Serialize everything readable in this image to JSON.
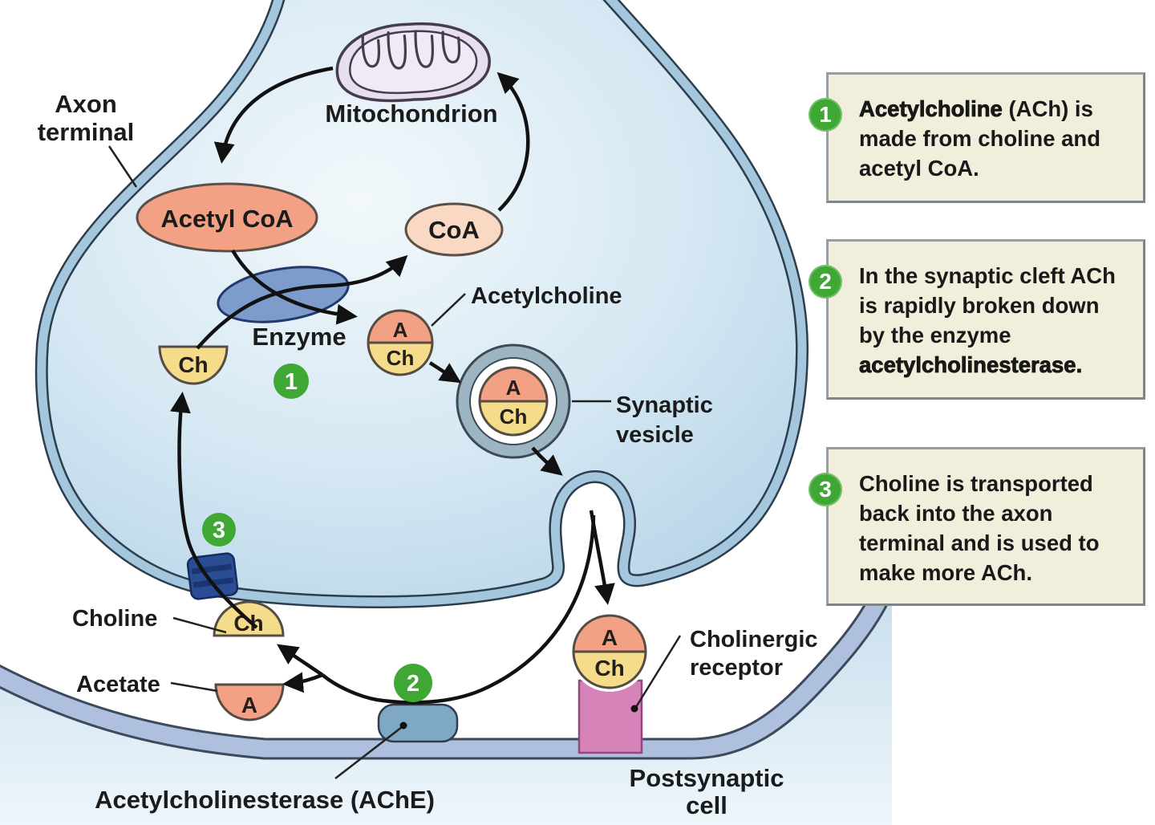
{
  "labels": {
    "axon_terminal_1": "Axon",
    "axon_terminal_2": "terminal",
    "mitochondrion": "Mitochondrion",
    "acetyl_coa": "Acetyl CoA",
    "coa": "CoA",
    "enzyme": "Enzyme",
    "acetylcholine": "Acetylcholine",
    "synaptic_vesicle_1": "Synaptic",
    "synaptic_vesicle_2": "vesicle",
    "choline": "Choline",
    "acetate": "Acetate",
    "ache": "Acetylcholinesterase (AChE)",
    "cholinergic_1": "Cholinergic",
    "cholinergic_2": "receptor",
    "postsynaptic_1": "Postsynaptic",
    "postsynaptic_2": "cell"
  },
  "molecules": {
    "a": "A",
    "ch": "Ch"
  },
  "steps": {
    "one": "1",
    "two": "2",
    "three": "3"
  },
  "callouts": [
    {
      "number": "1",
      "pre": "",
      "emph": "Acetylcholine",
      "post": " (ACh) is made from choline and acetyl CoA."
    },
    {
      "number": "2",
      "pre": "In the synaptic cleft ACh is rapidly broken down by the enzyme ",
      "emph": "acetylcholinesterase.",
      "post": ""
    },
    {
      "number": "3",
      "pre": "Choline is transported back into the axon terminal and is used to make more ACh.",
      "emph": "",
      "post": ""
    }
  ],
  "colors": {
    "step_green": "#3fa734",
    "salmon": "#f2a184",
    "pale_peach": "#f9d8c4",
    "yellow": "#f5dc8a",
    "membrane_blue": "#a4c7de",
    "vesicle_ring": "#9db5c2",
    "enzyme_blue": "#7d9ccb",
    "ache_blue": "#7fa8c4",
    "receptor_pink": "#d583b8",
    "transporter_navy": "#2b4d94",
    "postsynaptic_band": "#aec0de",
    "mito_lavender": "#e7def0",
    "callout_bg": "#f1eedb"
  }
}
